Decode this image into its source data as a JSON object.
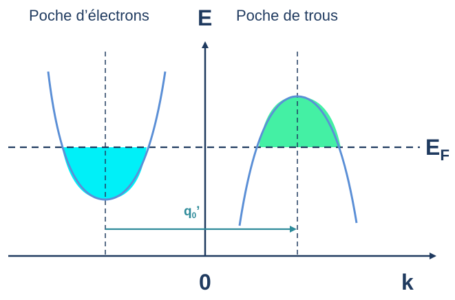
{
  "labels": {
    "electron_pocket": "Poche d’électrons",
    "hole_pocket": "Poche de trous",
    "energy_axis": "E",
    "momentum_axis": "k",
    "origin": "0",
    "fermi_main": "E",
    "fermi_sub": "F",
    "vector_main": "q",
    "vector_sub": "0",
    "vector_prime": "’"
  },
  "colors": {
    "axis": "#1f3a5f",
    "dashed": "#1f3a5f",
    "band_curve": "#5b8fd6",
    "electron_fill": "#00f0f8",
    "hole_fill": "#44f0a4",
    "vector_arrow": "#2e8b9a",
    "text": "#1f3a5f"
  }
}
